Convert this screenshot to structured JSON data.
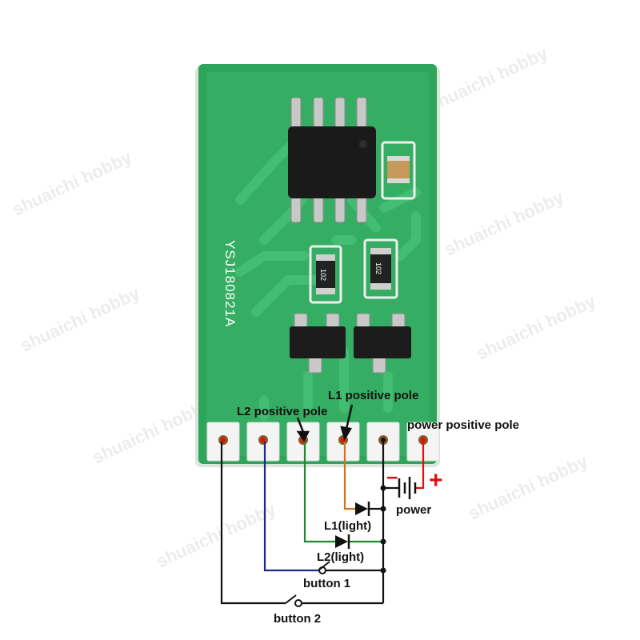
{
  "board": {
    "silkscreen": "YSJ180821A",
    "resistor_code_1": "102",
    "resistor_code_2": "102"
  },
  "labels": {
    "l1_positive": "L1 positive pole",
    "l2_positive": "L2 positive pole",
    "power_positive": "power positive pole",
    "power": "power",
    "l1_light": "L1(light)",
    "l2_light": "L2(light)",
    "button1": "button 1",
    "button2": "button 2",
    "battery_minus": "–",
    "battery_plus": "+"
  },
  "watermark": "shuaichi hobby",
  "colors": {
    "pcb": "#2fa45b",
    "wire_orange": "#d2731a",
    "wire_green": "#1f8a2a",
    "wire_blue": "#1a2a8a",
    "wire_black": "#111111",
    "wire_red": "#e01010"
  }
}
